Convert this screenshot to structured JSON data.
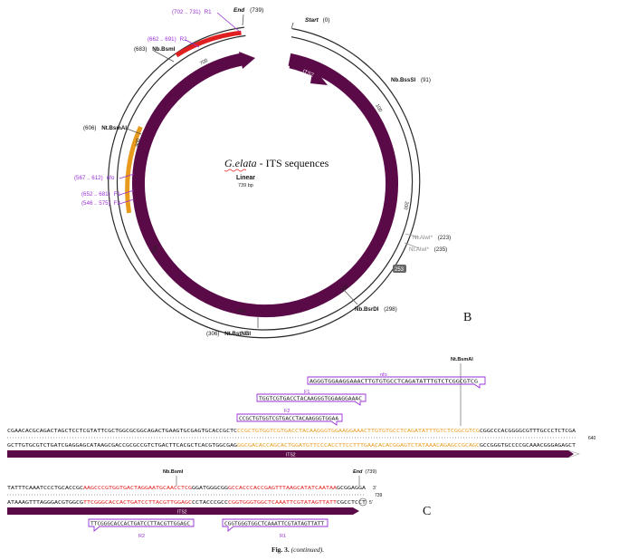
{
  "panel_b": {
    "panel_label": "B",
    "title_italic": "G.elata",
    "title_rest": " - ITS sequences",
    "topology": "Linear",
    "length": "739 bp",
    "end_label": "End",
    "end_pos": "(739)",
    "start_label": "Start",
    "start_pos": "(0)",
    "ticks": [
      "100",
      "200",
      "300",
      "400",
      "500",
      "600",
      "700"
    ],
    "its_label_top": "ITS2",
    "its_label_bottom": "ITS2",
    "sites": [
      {
        "name": "Nb.BssSI",
        "pos": "(91)"
      },
      {
        "name": "Nt.AlwI*",
        "pos": "(223)"
      },
      {
        "name": "Nt.AlwI*",
        "pos": "(235)"
      },
      {
        "name": "Nb.BsrDI",
        "pos": "(298)"
      },
      {
        "name": "Nt.BstNBI",
        "pos": "(306)"
      },
      {
        "name": "Nt.BsmAI",
        "pos": "(606)"
      },
      {
        "name": "Nb.BsmI",
        "pos": "(683)"
      }
    ],
    "badge_253": "253",
    "primers": [
      {
        "range": "(702 .. 731)",
        "name": "R1"
      },
      {
        "range": "(662 .. 691)",
        "name": "R2"
      },
      {
        "range": "(567 .. 612)",
        "name": "nfo"
      },
      {
        "range": "(652 .. 681)",
        "name": "F1"
      },
      {
        "range": "(546 .. 575)",
        "name": "F2"
      }
    ]
  },
  "panel_c": {
    "panel_label": "C",
    "site_bsmai": "Nt.BsmAI",
    "site_bsmi": "Nb.BsmI",
    "end_label": "End",
    "end_pos": "(739)",
    "row1": {
      "nfo_label": "nfo",
      "nfo_seq": "AGGGTGGAAGGAAACTTGTGTGCCTCAGATATTTGTCTCGGCGTCG",
      "f1_label": "F1",
      "f1_seq": "TGGTCGTGACCTACAAGGGTGGAAGGAAAC",
      "f2_label": "F2",
      "f2_seq": "CCGCTGTGGTCGTGACCTACAAGGGTGGAA",
      "top_seq": "CGAACACGCAGACTAGCTCCTCGTATTCGCTGGCGCGGCAGACTGAAGTGCGAGTGCACCGCTC",
      "top_orange": "CCGCTGTGGTCGTGACCTACAAGGGTGGAAGGAAACTTGTGTGCCTCAGATATTTGTCTCGGCGTCG",
      "top_tail": "CGGCCCACGGGGCGTTTGCCCTCTCGA",
      "bot_seq": "GCTTGTGCGTCTGATCGAGGAGCATAAGCGACCGCGCCGTCTGACTTCACGCTCACGTGGCGAG",
      "bot_orange": "GGCGACACCAGCACTGGATGTTCCCACCTTCCTTTGAACACACGGAGTCTATAAACAGAGCCGCAGC",
      "bot_tail": "GCCGGGTGCCCCGCAAACGGGAGAGCT",
      "num": "640",
      "its_label": "ITS2"
    },
    "row2": {
      "top_pre": "TATTTCAAATCCCTGCACCGC",
      "top_red": "AAGCCCGTGGTGACTAGGAATGCAACCTCG",
      "top_mid": "GGATGGGCGG",
      "top_red2": "GCCACCCACCGAGTTTAAGCATATCAATAA",
      "top_post": "GCGGAGGA",
      "prime3": "3'",
      "num": "739",
      "bot_pre": "ATAAAGTTTAGGGACGTGGCG",
      "bot_red": "TTCGGGCACCACTGATCCTTACGTTGGAGC",
      "bot_mid": "CCTACCCGCC",
      "bot_red2": "CGGTGGGTGGCTCAAATTCGTATAGTTATT",
      "bot_post": "CGCCTCCT",
      "prime5": "5'",
      "its_label": "ITS2",
      "r2_label": "R2",
      "r2_seq": "TTCGGGCACCACTGATCCTTACGTTGGAGC",
      "r1_label": "R1",
      "r1_seq": "CGGTGGGTGGCTCAAATTCGTATAGTTATT"
    }
  },
  "caption": {
    "fig": "Fig. 3.",
    "rest": " (continued)."
  },
  "colors": {
    "its": "#5b0a48",
    "primer": "#9b30d8",
    "orange": "#e89a1c",
    "red": "#e02020",
    "backbone": "#2a2a2a"
  }
}
